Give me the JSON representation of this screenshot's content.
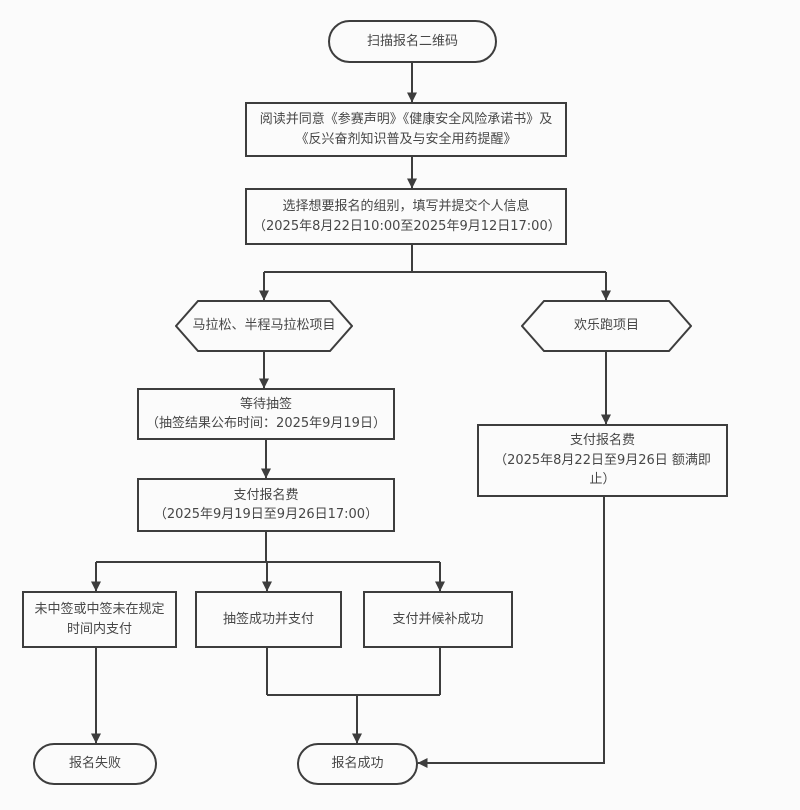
{
  "flowchart": {
    "colors": {
      "background": "#fbfbfb",
      "line": "#3d3d3d",
      "text": "#474747"
    },
    "nodes": {
      "scan": {
        "shape": "stadium",
        "label": "扫描报名二维码"
      },
      "agree": {
        "shape": "rect",
        "label": "阅读并同意《参赛声明》《健康安全风险承诺书》及\n《反兴奋剂知识普及与安全用药提醒》"
      },
      "select": {
        "shape": "rect",
        "label": "选择想要报名的组别，填写并提交个人信息\n（2025年8月22日10:00至2025年9月12日17:00）"
      },
      "marathon": {
        "shape": "hexagon",
        "label": "马拉松、半程马拉松项目"
      },
      "funrun": {
        "shape": "hexagon",
        "label": "欢乐跑项目"
      },
      "lottery": {
        "shape": "rect",
        "label": "等待抽签\n（抽签结果公布时间：2025年9月19日）"
      },
      "pay_marathon": {
        "shape": "rect",
        "label": "支付报名费\n（2025年9月19日至9月26日17:00）"
      },
      "pay_funrun": {
        "shape": "rect",
        "label": "支付报名费\n（2025年8月22日至9月26日 额满即止）"
      },
      "not_selected": {
        "shape": "rect",
        "label": "未中签或中签未在规定\n时间内支付"
      },
      "selected_paid": {
        "shape": "rect",
        "label": "抽签成功并支付"
      },
      "waitlist_paid": {
        "shape": "rect",
        "label": "支付并候补成功"
      },
      "fail": {
        "shape": "stadium",
        "label": "报名失败"
      },
      "success": {
        "shape": "stadium",
        "label": "报名成功"
      }
    },
    "edges": [
      {
        "from": "scan",
        "to": "agree"
      },
      {
        "from": "agree",
        "to": "select"
      },
      {
        "from": "select",
        "to": "marathon"
      },
      {
        "from": "select",
        "to": "funrun"
      },
      {
        "from": "marathon",
        "to": "lottery"
      },
      {
        "from": "lottery",
        "to": "pay_marathon"
      },
      {
        "from": "funrun",
        "to": "pay_funrun"
      },
      {
        "from": "pay_marathon",
        "to": "not_selected"
      },
      {
        "from": "pay_marathon",
        "to": "selected_paid"
      },
      {
        "from": "pay_marathon",
        "to": "waitlist_paid"
      },
      {
        "from": "not_selected",
        "to": "fail"
      },
      {
        "from": "selected_paid",
        "to": "success"
      },
      {
        "from": "waitlist_paid",
        "to": "success"
      },
      {
        "from": "pay_funrun",
        "to": "success"
      }
    ]
  }
}
